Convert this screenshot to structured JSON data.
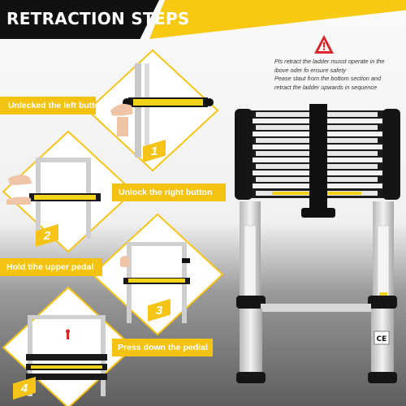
{
  "header": {
    "title": "RETRACTION STEPS"
  },
  "warning": {
    "icon": "warning-triangle-icon",
    "lines": [
      "Pls retract the ladder musst operate in the",
      "ibove oder fo ensure safety",
      "Pease staut from the bottom section and",
      "retract the ladder upwards in sequence"
    ]
  },
  "steps": [
    {
      "number": "1",
      "label": "Unlecked the left button"
    },
    {
      "number": "2",
      "label": "Unlock the right button"
    },
    {
      "number": "3",
      "label": "Hold tihe upper pedal"
    },
    {
      "number": "4",
      "label": "Press down the pedial"
    }
  ],
  "ladder": {
    "ce_mark": "CE"
  },
  "colors": {
    "accent": "#f6c417",
    "dark": "#111111",
    "steel": "#d9d9d9"
  }
}
